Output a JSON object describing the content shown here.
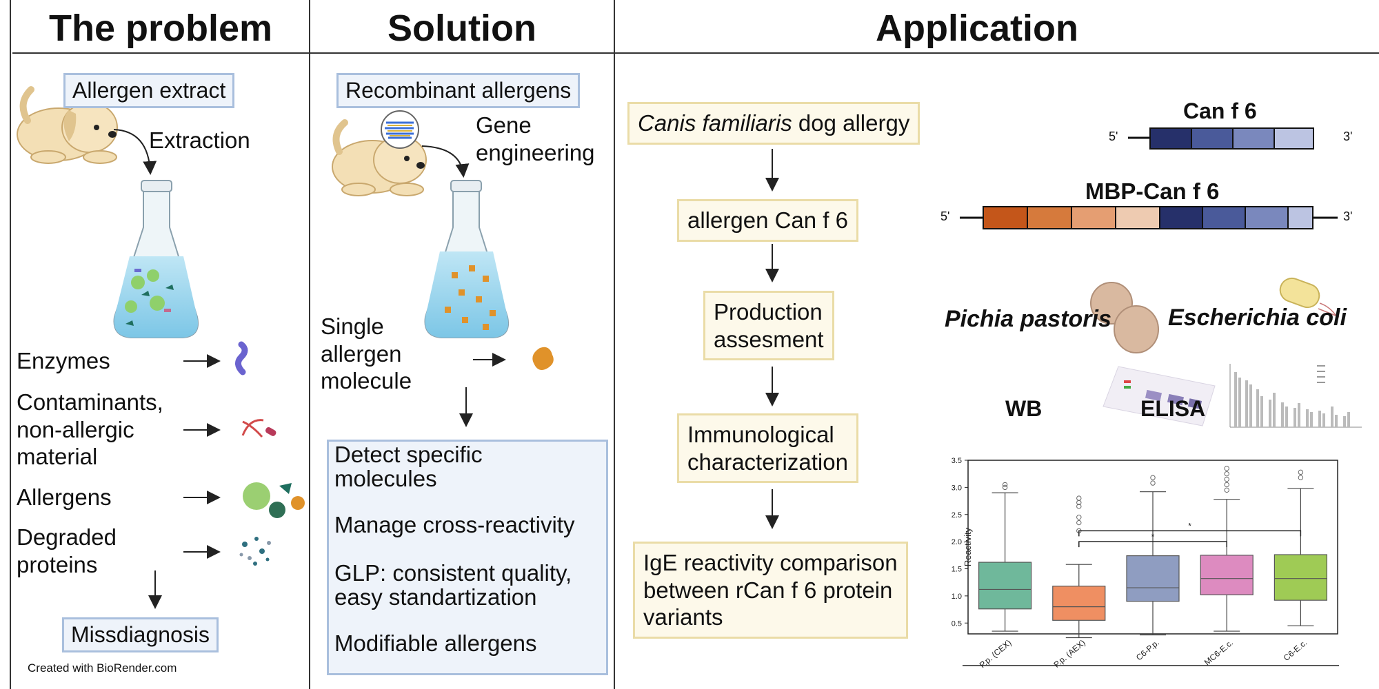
{
  "headers": {
    "problem": "The problem",
    "solution": "Solution",
    "application": "Application"
  },
  "problem": {
    "box_label": "Allergen extract",
    "extraction_label": "Extraction",
    "rows": [
      {
        "label_lines": [
          "Enzymes"
        ]
      },
      {
        "label_lines": [
          "Contaminants,",
          "non-allergic",
          "material"
        ]
      },
      {
        "label_lines": [
          "Allergens"
        ]
      },
      {
        "label_lines": [
          "Degraded",
          "proteins"
        ]
      }
    ],
    "outcome": "Missdiagnosis",
    "credit": "Created with BioRender.com"
  },
  "solution": {
    "box_label": "Recombinant allergens",
    "gene_engineering": [
      "Gene",
      "engineering"
    ],
    "single_allergen": [
      "Single",
      "allergen",
      "molecule"
    ],
    "benefits": [
      [
        "Detect specific",
        "molecules"
      ],
      [
        "Manage cross-reactivity"
      ],
      [
        "GLP: consistent quality,",
        "easy standartization"
      ],
      [
        "Modifiable allergens"
      ]
    ]
  },
  "application": {
    "flow": {
      "step1_italic": "Canis familiaris",
      "step1_rest": " dog allergy",
      "step2": "allergen Can f 6",
      "step3": [
        "Production",
        "assesment"
      ],
      "step4": [
        "Immunological",
        "characterization"
      ],
      "step5": [
        "IgE reactivity comparison",
        "between rCan f 6 protein",
        "variants"
      ]
    },
    "constructs": {
      "can_f6_title": "Can f 6",
      "mbp_title": "MBP-Can f 6",
      "five_prime": "5'",
      "three_prime": "3'",
      "blue_segments": [
        "#26306a",
        "#4a5a9a",
        "#7a88bd",
        "#bcc4e2"
      ],
      "orange_segments": [
        "#c4561a",
        "#d67a3c",
        "#e59e72",
        "#eecbb1"
      ]
    },
    "hosts": {
      "pichia": "Pichia pastoris",
      "ecoli": "Escherichia coli"
    },
    "methods": {
      "wb": "WB",
      "elisa": "ELISA"
    }
  },
  "chart_data": {
    "type": "box",
    "ylabel": "Reactivity",
    "xlabel": "",
    "ylim": [
      0.3,
      3.5
    ],
    "yticks": [
      0.5,
      1.0,
      1.5,
      2.0,
      2.5,
      3.0,
      3.5
    ],
    "ytick_labels": [
      "0.5",
      "1.0",
      "1.5",
      "2.0",
      "2.5",
      "3.0",
      "3.5"
    ],
    "categories": [
      "P.p. (CEX)",
      "P.p. (AEX)",
      "C6-P.p.",
      "MC6-E.c.",
      "C6-E.c."
    ],
    "boxes": [
      {
        "min": 0.35,
        "q1": 0.76,
        "median": 1.12,
        "q3": 1.62,
        "max": 2.9,
        "outliers": [
          3.0,
          3.05
        ],
        "color": "#6fb89b"
      },
      {
        "min": 0.23,
        "q1": 0.55,
        "median": 0.8,
        "q3": 1.18,
        "max": 1.58,
        "outliers": [
          2.2,
          2.35,
          2.45,
          2.65,
          2.72,
          2.8
        ],
        "color": "#ef8f62"
      },
      {
        "min": 0.28,
        "q1": 0.9,
        "median": 1.15,
        "q3": 1.74,
        "max": 2.92,
        "outliers": [
          3.08,
          3.18
        ],
        "color": "#8f9dc1"
      },
      {
        "min": 0.35,
        "q1": 1.02,
        "median": 1.32,
        "q3": 1.75,
        "max": 2.78,
        "outliers": [
          2.95,
          3.05,
          3.15,
          3.25,
          3.35
        ],
        "color": "#dd8bc0"
      },
      {
        "min": 0.45,
        "q1": 0.92,
        "median": 1.32,
        "q3": 1.76,
        "max": 2.98,
        "outliers": [
          3.18,
          3.28
        ],
        "color": "#9fcb55"
      }
    ],
    "significance": [
      {
        "from": 1,
        "to": 3,
        "y": 2.0,
        "label": "*"
      },
      {
        "from": 1,
        "to": 4,
        "y": 2.2,
        "label": "*"
      }
    ]
  }
}
